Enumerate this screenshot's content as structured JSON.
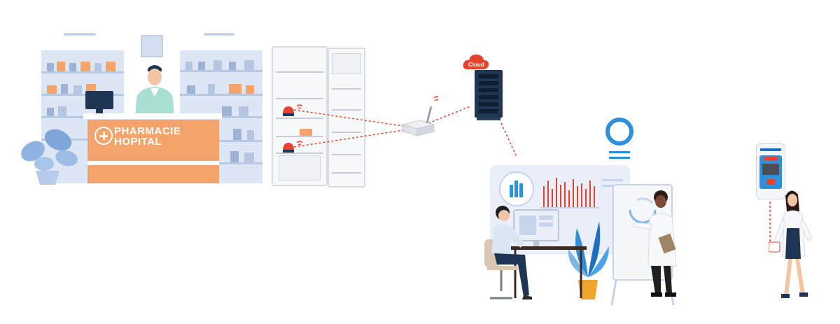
{
  "pharmacy": {
    "sign_line1": "PHARMACIE",
    "sign_line2": "HOPITAL",
    "icon": "medical-cross-icon"
  },
  "cloud": {
    "label": "Cloud",
    "icon": "cloud-icon"
  },
  "colors": {
    "accent_orange": "#f4a36b",
    "shelf_blue": "#dce6f5",
    "signal_red": "#e8412c",
    "server_navy": "#1f3554",
    "monitor_blue": "#2f8fd8"
  }
}
